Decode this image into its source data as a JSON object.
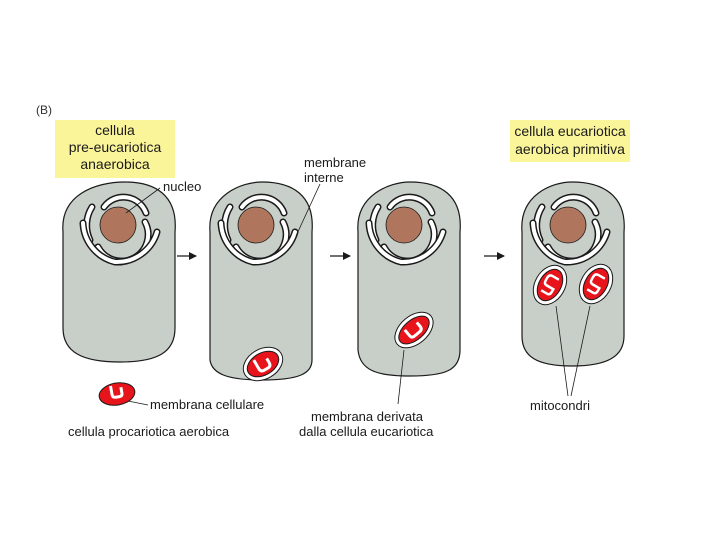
{
  "panel_label": "(B)",
  "box_left": {
    "lines": [
      "cellula",
      "pre-eucariotica",
      "anaerobica"
    ],
    "color": "#fbf59a"
  },
  "box_right": {
    "lines": [
      "cellula eucariotica",
      "aerobica primitiva"
    ],
    "color": "#fbf59a"
  },
  "labels": {
    "nucleo": "nucleo",
    "membrane_interne": [
      "membrane",
      "interne"
    ],
    "membrana_cellulare": "membrana cellulare",
    "cellula_procariotica": "cellula procariotica aerobica",
    "membrana_derivata": [
      "membrana derivata",
      "dalla cellula eucariotica"
    ],
    "mitocondri": "mitocondri"
  },
  "colors": {
    "cell_fill": "#c8cfc8",
    "nucleus_fill": "#b0765d",
    "mitochondrion_fill": "#e8141b",
    "outline": "#1a1a1a"
  },
  "icons": {
    "arrow": "right-arrow-icon"
  }
}
